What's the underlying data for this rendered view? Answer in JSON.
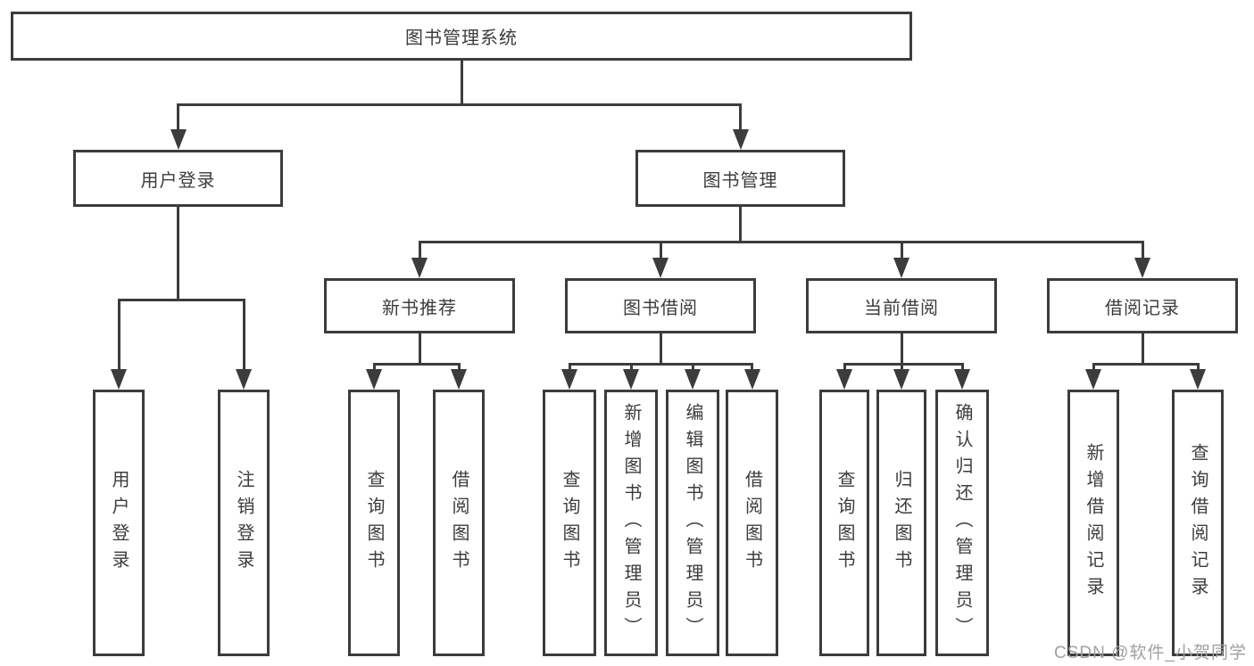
{
  "diagram": {
    "title": "图书管理系统",
    "nodes": [
      {
        "id": "root",
        "label": "图书管理系统"
      },
      {
        "id": "user-login",
        "label": "用户登录"
      },
      {
        "id": "book-mgmt",
        "label": "图书管理"
      },
      {
        "id": "ul-login",
        "label": "用户登录"
      },
      {
        "id": "ul-logout",
        "label": "注销登录"
      },
      {
        "id": "new-book",
        "label": "新书推荐"
      },
      {
        "id": "book-borrow",
        "label": "图书借阅"
      },
      {
        "id": "current-borrow",
        "label": "当前借阅"
      },
      {
        "id": "borrow-record",
        "label": "借阅记录"
      },
      {
        "id": "nb-query",
        "label": "查询图书"
      },
      {
        "id": "nb-borrow",
        "label": "借阅图书"
      },
      {
        "id": "bb-query",
        "label": "查询图书"
      },
      {
        "id": "bb-add",
        "label": "新增图书（管理员）"
      },
      {
        "id": "bb-edit",
        "label": "编辑图书（管理员）"
      },
      {
        "id": "bb-borrow",
        "label": "借阅图书"
      },
      {
        "id": "cb-query",
        "label": "查询图书"
      },
      {
        "id": "cb-return",
        "label": "归还图书"
      },
      {
        "id": "cb-confirm",
        "label": "确认归还（管理员）"
      },
      {
        "id": "br-add",
        "label": "新增借阅记录"
      },
      {
        "id": "br-query",
        "label": "查询借阅记录"
      }
    ],
    "edges": [
      {
        "from": "root",
        "to": "user-login"
      },
      {
        "from": "root",
        "to": "book-mgmt"
      },
      {
        "from": "user-login",
        "to": "ul-login"
      },
      {
        "from": "user-login",
        "to": "ul-logout"
      },
      {
        "from": "book-mgmt",
        "to": "new-book"
      },
      {
        "from": "book-mgmt",
        "to": "book-borrow"
      },
      {
        "from": "book-mgmt",
        "to": "current-borrow"
      },
      {
        "from": "book-mgmt",
        "to": "borrow-record"
      },
      {
        "from": "new-book",
        "to": "nb-query"
      },
      {
        "from": "new-book",
        "to": "nb-borrow"
      },
      {
        "from": "book-borrow",
        "to": "bb-query"
      },
      {
        "from": "book-borrow",
        "to": "bb-add"
      },
      {
        "from": "book-borrow",
        "to": "bb-edit"
      },
      {
        "from": "book-borrow",
        "to": "bb-borrow"
      },
      {
        "from": "current-borrow",
        "to": "cb-query"
      },
      {
        "from": "current-borrow",
        "to": "cb-return"
      },
      {
        "from": "current-borrow",
        "to": "cb-confirm"
      },
      {
        "from": "borrow-record",
        "to": "br-add"
      },
      {
        "from": "borrow-record",
        "to": "br-query"
      }
    ]
  },
  "watermark": "CSDN @软件_小贺同学",
  "colors": {
    "line": "#3c3c3c",
    "text": "#3c3c3c",
    "watermark": "#a0a0a0",
    "background": "#ffffff"
  }
}
